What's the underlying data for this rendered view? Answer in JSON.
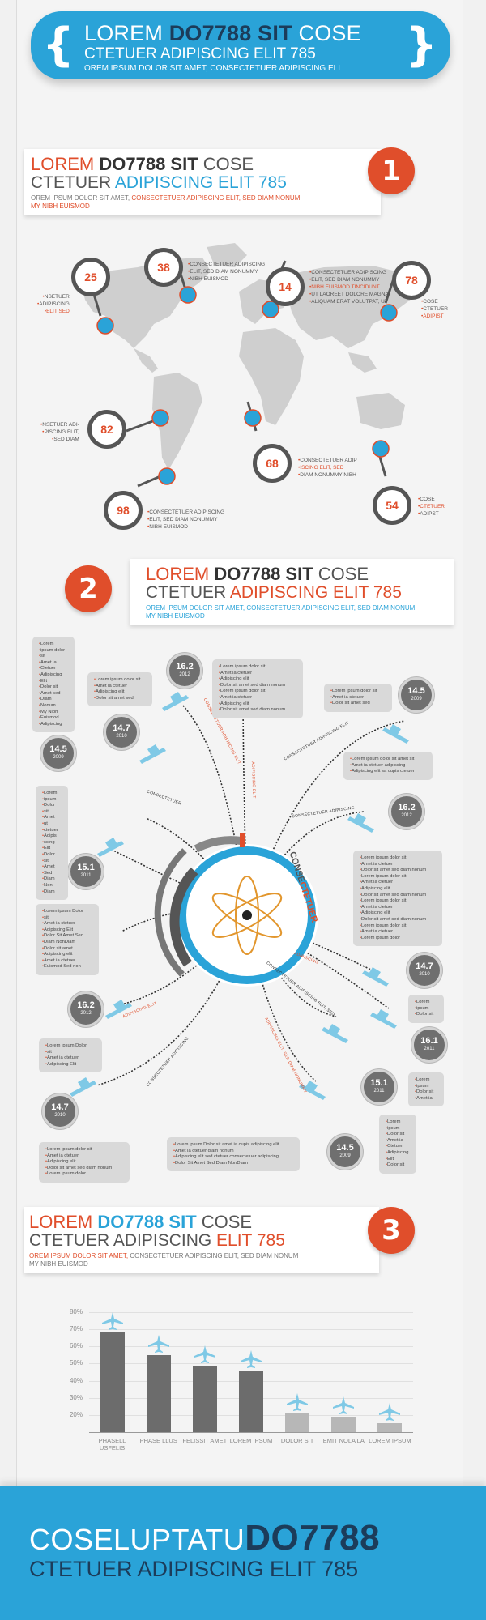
{
  "colors": {
    "blue": "#2aa3d8",
    "red": "#e04e2b",
    "navy": "#1c3c5a",
    "dark_gray": "#555555",
    "mid_gray": "#6f6f6f"
  },
  "header": {
    "line1_a": "LOREM ",
    "line1_b": "DO7788 SIT",
    "line1_c": " COSE",
    "line2": "CTETUER ADIPISCING ELIT 785",
    "line3": "OREM IPSUM DOLOR SIT AMET, CONSECTETUER ADIPISCING ELI"
  },
  "section1": {
    "number": "1",
    "t1_a": "LOREM ",
    "t1_b": "DO7788 SIT",
    "t1_c": " COSE",
    "t2_a": "CTETUER ",
    "t2_b": "ADIPISCING ELIT 785",
    "sub_a": "OREM IPSUM DOLOR SIT AMET, ",
    "sub_b": "CONSECTETUER ADIPISCING ELIT, SED DIAM NONUM",
    "sub2": "MY NIBH EUISMOD",
    "pins": [
      {
        "value": "25",
        "lines": [
          "NSETUER",
          "ADIPISCING",
          "ELIT SED"
        ]
      },
      {
        "value": "38",
        "lines": [
          "CONSECTETUER ADIPISCING",
          "ELIT, SED DIAM NONUMMY",
          "NIBH EUISMOD"
        ]
      },
      {
        "value": "14",
        "lines": [
          "CONSECTETUER ADIPISCING",
          "ELIT, SED DIAM NONUMMY",
          "NIBH EUISMOD TINCIDUNT",
          "UT LAOREET DOLORE MAGNA",
          "ALIQUAM ERAT VOLUTPAT, UT"
        ]
      },
      {
        "value": "78",
        "lines": [
          "COSE",
          "CTETUER",
          "ADIPIST"
        ]
      },
      {
        "value": "82",
        "lines": [
          "NSETUER ADI-",
          "PISCING ELIT,",
          "SED DIAM"
        ]
      },
      {
        "value": "68",
        "lines": [
          "CONSECTETUER ADIP",
          "ISCING ELIT, SED",
          "DIAM NONUMMY NIBH"
        ]
      },
      {
        "value": "98",
        "lines": [
          "CONSECTETUER ADIPISCING",
          "ELIT, SED DIAM NONUMMY",
          "NIBH EUISMOD"
        ]
      },
      {
        "value": "54",
        "lines": [
          "COSE",
          "CTETUER",
          "ADIPST"
        ]
      }
    ]
  },
  "section2": {
    "number": "2",
    "t1_a": "LOREM ",
    "t1_b": "DO7788 SIT",
    "t1_c": " COSE",
    "t2_a": "CTETUER ",
    "t2_b": "ADIPISCING ELIT 785",
    "sub": "OREM IPSUM DOLOR SIT AMET, CONSECTETUER ADIPISCING ELIT, SED DIAM NONUM",
    "sub2": "MY NIBH EUISMOD",
    "ring_word_a": "CONSE",
    "ring_word_b": "CTETUER",
    "stats": [
      {
        "value": "16.2",
        "year": "2012"
      },
      {
        "value": "14.7",
        "year": "2010"
      },
      {
        "value": "14.5",
        "year": "2009"
      },
      {
        "value": "15.1",
        "year": "2011"
      },
      {
        "value": "16.2",
        "year": "2012"
      },
      {
        "value": "14.7",
        "year": "2010"
      },
      {
        "value": "14.5",
        "year": "2009"
      },
      {
        "value": "16.2",
        "year": "2012"
      },
      {
        "value": "14.7",
        "year": "2010"
      },
      {
        "value": "16.1",
        "year": "2011"
      },
      {
        "value": "15.1",
        "year": "2011"
      },
      {
        "value": "14.5",
        "year": "2009"
      }
    ],
    "boxes": {
      "b1": [
        "Lorem",
        "ipsum dolor",
        "sit",
        "Amet ia",
        "Ctetuer",
        "Adipiscing",
        "Elit",
        "Dolor sit",
        "Amet sed",
        "Diam",
        "Nonum",
        "My Nibh",
        "Euismod",
        "Adipiscing"
      ],
      "b2": [
        "Lorem ipsum dolor sit",
        "Amet ia ctetuer",
        "Adipiscing elit",
        "Dolor sit amet sed"
      ],
      "b3": [
        "Lorem ipsum dolor sit",
        "Amet ia ctetuer",
        "Adipiscing elit",
        "Dolor sit amet sed diam nonum",
        "Lorem ipsum dolor sit",
        "Amet ia ctetuer",
        "Adipiscing elit",
        "Dolor sit amet sed diam nonum"
      ],
      "b4": [
        "Lorem ipsum dolor sit",
        "Amet ia ctetuer",
        "Dolor sit amet sed"
      ],
      "b5": [
        "Lorem ipsum dolor sit amet sit",
        "Amet ia ctetuer adipiscing",
        "Adipiscing elit sa cupis ctetuer"
      ],
      "b6": [
        "Lorem",
        "ipsum",
        "Dolor",
        "sit",
        "Amet",
        "ut",
        "ctetuer",
        "Adipis",
        "scing",
        "Elit",
        "Dolor",
        "sit",
        "Amet",
        "Sed",
        "Diam",
        "Non",
        "Diam"
      ],
      "b7": [
        "Lorem ipsum dolor sit",
        "Amet ia ctetuer",
        "Dolor sit amet sed diam nonum",
        "Lorem ipsum dolor sit",
        "Amet ia ctetuer",
        "Adipiscing elit",
        "Dolor sit amet sed diam nonum",
        "Lorem ipsum dolor sit",
        "Amet ia ctetuer",
        "Adipiscing elit",
        "Dolor sit amet sed diam nonum",
        "Lorem ipsum dolor sit",
        "Amet ia ctetuer",
        "Lorem ipsum dolor"
      ],
      "b8": [
        "Lorem ipsum Dolor",
        "sit",
        "Amet ia ctetuer",
        "Adipiscing Elit",
        "Dolor Sit Amet Sed",
        "Diam NonDiam",
        "Dolor sit amet",
        "Adipiscing elit",
        "Amet ia ctetuer",
        "Euismod Sed non"
      ],
      "b9": [
        "Lorem",
        "ipsum",
        "Dolor sit"
      ],
      "b10": [
        "Lorem ipsum Dolor",
        "sit",
        "Amet ia ctetuer",
        "Adipiscing Elit"
      ],
      "b11": [
        "Lorem",
        "ipsum",
        "Dolor sit",
        "Amet ia"
      ],
      "b12": [
        "Lorem ipsum dolor sit",
        "Amet ia ctetuer",
        "Adipiscing elit",
        "Dolor sit amet sed diam nonum",
        "Lorem ipsum dolor"
      ],
      "b13": [
        "Lorem ipsum Dolor sit amet ia cupis adipiscing elit",
        "Amet ia ctetuer diam nonum",
        "Adipiscing elit sed ctetuer consectetuer adipiscing",
        "Dolor Sit Amet Sed Diam NonDiam"
      ],
      "b14": [
        "Lorem",
        "ipsum",
        "Dolor sit",
        "Amet ia",
        "Ctetuer",
        "Adipiscing",
        "Elit",
        "Dolor sit"
      ]
    },
    "curved_words": [
      "CONSECTETUER ADIPISCING ELIT",
      "CONSECTETUER ADIPISCING ELIT",
      "ADIPISCING ELIT",
      "ADIPISCING ELIT",
      "CONSECTETUER ADIPISCING ELIT, SED",
      "CONSECTETUER ADIPISCING",
      "ADIPISCING",
      "CONSECTETUER",
      "CONSECTETUER ADIPISCING",
      "ADIPISCING ELIT, SED DIAM NONUMMY"
    ]
  },
  "section3": {
    "number": "3",
    "t1_a": "LOREM ",
    "t1_b": "DO7788 SIT",
    "t1_c": " COSE",
    "t2_a": "CTETUER ADIPISCING ",
    "t2_b": "ELIT 785",
    "sub_a": "OREM IPSUM DOLOR SIT AMET, ",
    "sub_b": "CONSECTETUER ADIPISCING ELIT, SED DIAM NONUM",
    "sub2": "MY NIBH EUISMOD"
  },
  "chart_data": {
    "type": "bar",
    "categories": [
      "PHASELL USFELIS",
      "PHASE LLUS",
      "FELISSIT AMET",
      "LOREM IPSUM",
      "DOLOR SIT",
      "EMIT NOLA LA",
      "LOREM IPSUM"
    ],
    "values": [
      68,
      55,
      49,
      46,
      21,
      19,
      15
    ],
    "highlight": [
      true,
      true,
      true,
      true,
      false,
      false,
      false
    ],
    "ylim": [
      10,
      80
    ],
    "yticks": [
      "80%",
      "70%",
      "60%",
      "50%",
      "40%",
      "30%",
      "20%"
    ],
    "title": "",
    "xlabel": "",
    "ylabel": ""
  },
  "footer": {
    "line1_a": "COSELUPTATU",
    "line1_b": "DO7788",
    "line2": "CTETUER ADIPISCING ELIT 785"
  }
}
